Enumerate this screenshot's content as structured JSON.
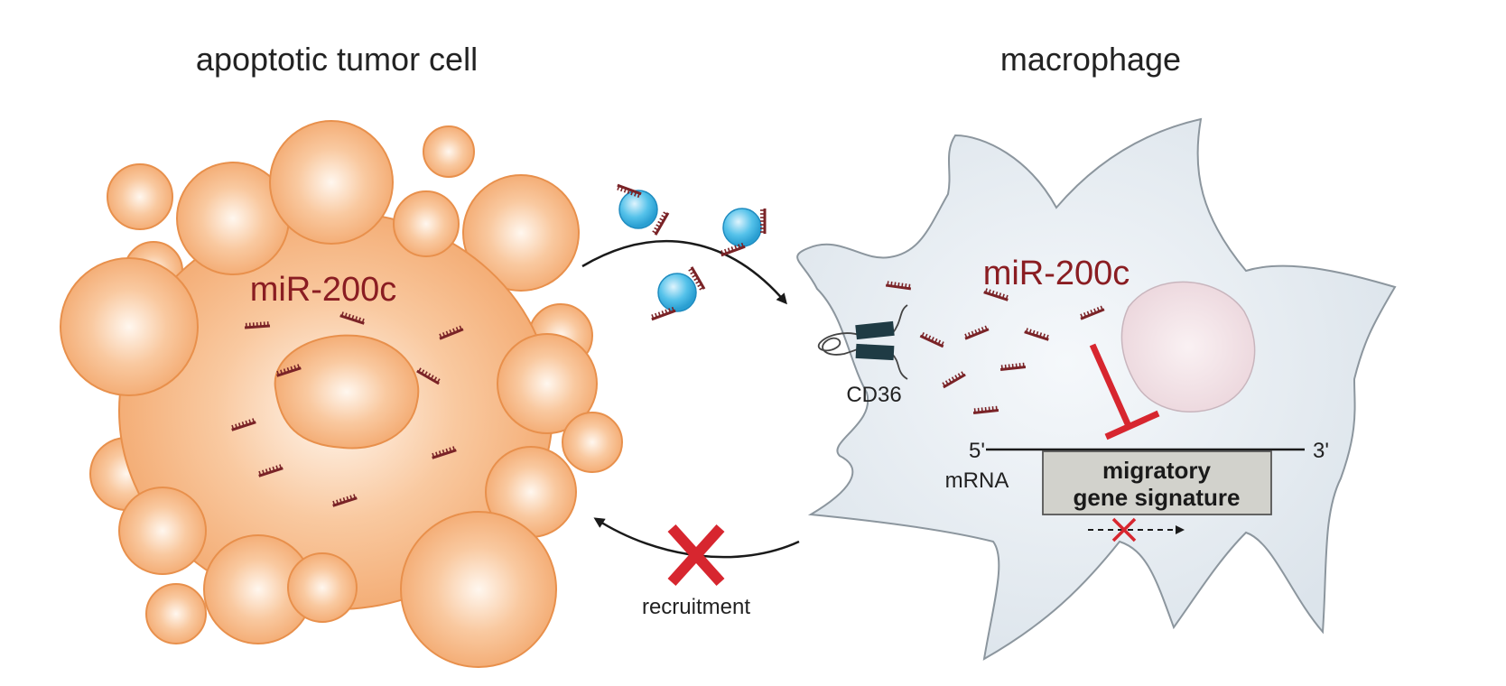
{
  "labels": {
    "tumor_cell_title": "apoptotic tumor cell",
    "macrophage_title": "macrophage",
    "mir_left": "miR-200c",
    "mir_right": "miR-200c",
    "cd36": "CD36",
    "five_prime": "5'",
    "three_prime": "3'",
    "mrna": "mRNA",
    "gene_box_line1": "migratory",
    "gene_box_line2": "gene signature",
    "recruitment": "recruitment"
  },
  "colors": {
    "tumor_fill": "#f6b987",
    "tumor_stroke": "#e8904c",
    "macrophage_fill": "#e9eef3",
    "macrophage_stroke": "#8c969e",
    "nucleus_macrophage": "#f1e2e6",
    "mirna": "#7a2327",
    "vesicle": "#3ab3e3",
    "inhibit_red": "#d7262f",
    "receptor": "#1f3b44",
    "gene_box_fill": "#d2d2cc"
  },
  "icons": {
    "block_x": "red-x-icon",
    "inhibition": "t-bar-inhibition-icon"
  }
}
